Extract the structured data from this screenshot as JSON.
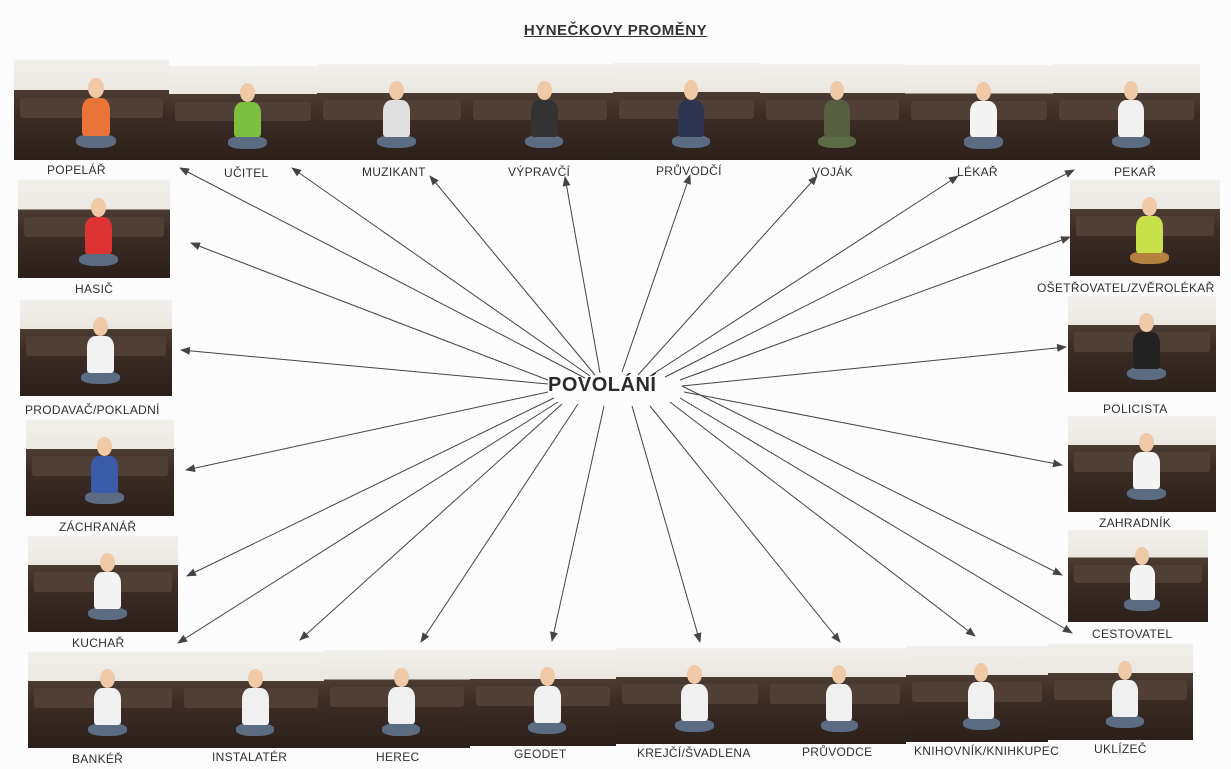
{
  "title": "HYNEČKOVY PROMĚNY",
  "center_label": "POVOLÁNÍ",
  "accent": {
    "arrow": "#444444",
    "sofa": "#3a2c25",
    "wall": "#efece7"
  },
  "professions": {
    "popelar": "POPELÁŘ",
    "ucitel": "UČITEL",
    "muzikant": "MUZIKANT",
    "vypravci": "VÝPRAVČÍ",
    "pruvodci": "PRŮVODČÍ",
    "vojak": "VOJÁK",
    "lekar": "LÉKAŘ",
    "pekar": "PEKAŘ",
    "hasic": "HASIČ",
    "prodavac": "PRODAVAČ/POKLADNÍ",
    "zachranar": "ZÁCHRANÁŘ",
    "kuchar": "KUCHAŘ",
    "osetrovatel": "OŠETŘOVATEL/ZVĚROLÉKAŘ",
    "policista": "POLICISTA",
    "zahradnik": "ZAHRADNÍK",
    "cestovatel": "CESTOVATEL",
    "bankar": "BANKÉŘ",
    "instalater": "INSTALATÉR",
    "herec": "HEREC",
    "geodet": "GEODET",
    "krejci": "KREJČÍ/ŠVADLENA",
    "pruvodce": "PRŮVODCE",
    "knihovnik": "KNIHOVNÍK/KNIHKUPEC",
    "uklizec": "UKLÍZEČ"
  }
}
